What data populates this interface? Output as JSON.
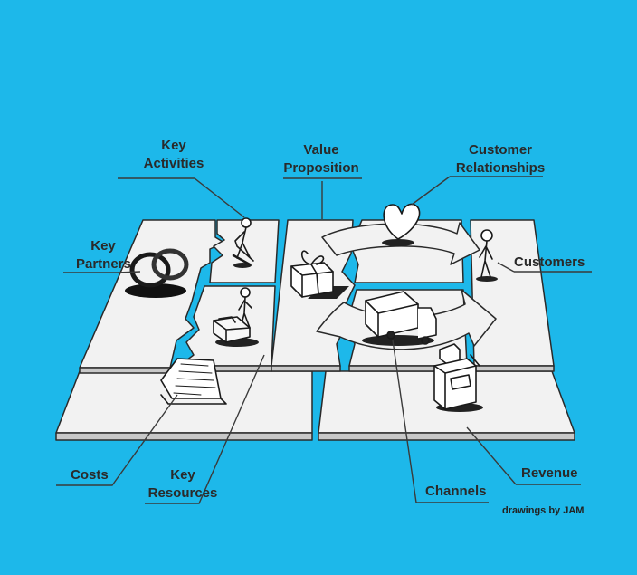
{
  "labels": {
    "key_activities": [
      "Key",
      "Activities"
    ],
    "value_proposition": [
      "Value",
      "Proposition"
    ],
    "customer_relationships": [
      "Customer",
      "Relationships"
    ],
    "key_partners": [
      "Key",
      "Partners"
    ],
    "customers": "Customers",
    "costs": "Costs",
    "key_resources": [
      "Key",
      "Resources"
    ],
    "channels": "Channels",
    "revenue": "Revenue"
  },
  "credit": "drawings by JAM",
  "colors": {
    "background": "#1db8ea",
    "tile_top": "#f2f2f2",
    "tile_side": "#c8c8c8",
    "ink": "#2a2a2a"
  },
  "icons": [
    "rings-icon",
    "worker-icon",
    "person-at-machine-icon",
    "document-icon",
    "gift-icon",
    "heart-icon",
    "customer-person-icon",
    "truck-icon",
    "cash-register-icon"
  ]
}
